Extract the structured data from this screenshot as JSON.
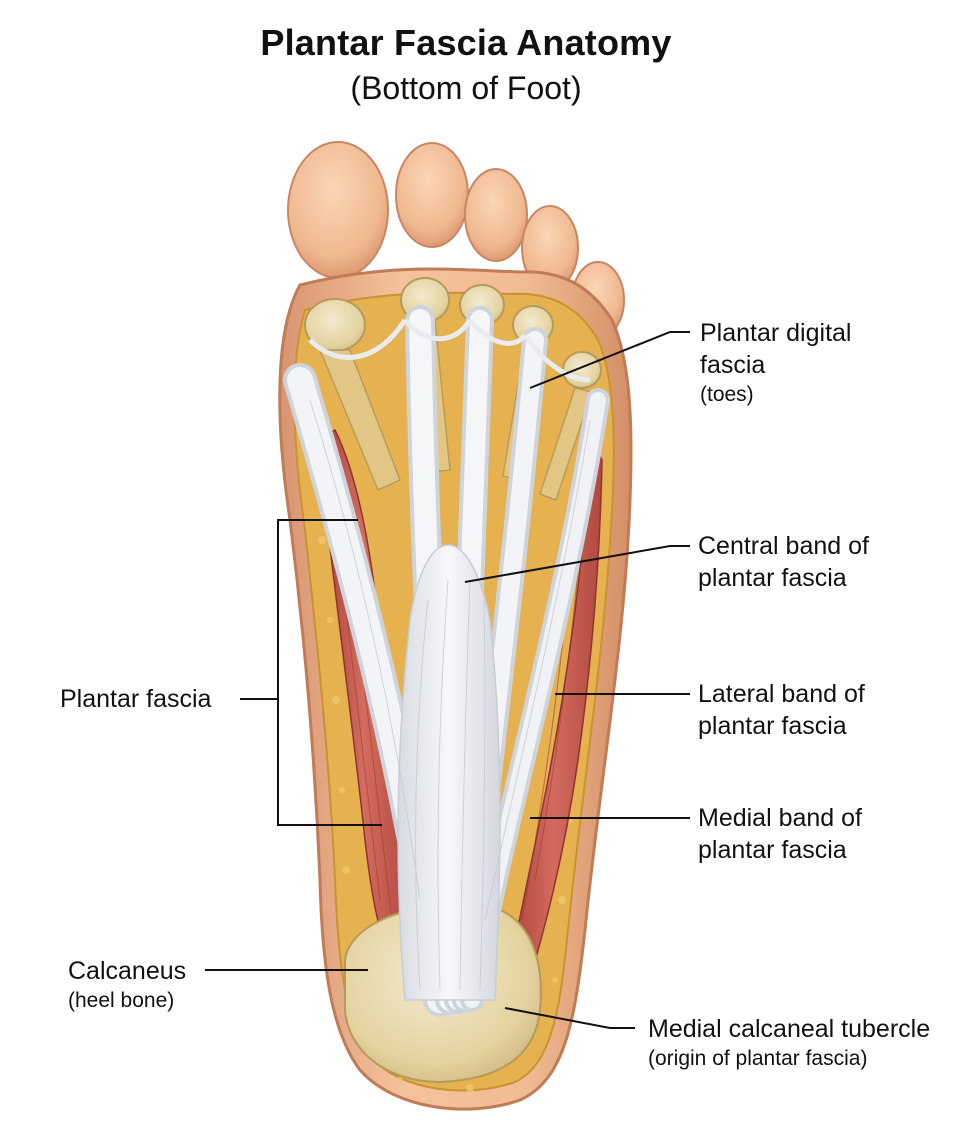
{
  "title": "Plantar Fascia Anatomy",
  "subtitle": "(Bottom of Foot)",
  "labels": {
    "plantar_digital": {
      "line1": "Plantar digital",
      "line2": "fascia",
      "note": "(toes)"
    },
    "central_band": {
      "line1": "Central band of",
      "line2": "plantar fascia"
    },
    "lateral_band": {
      "line1": "Lateral band of",
      "line2": "plantar fascia"
    },
    "medial_band": {
      "line1": "Medial band of",
      "line2": "plantar fascia"
    },
    "plantar_fascia": {
      "line1": "Plantar fascia"
    },
    "calcaneus": {
      "line1": "Calcaneus",
      "note": "(heel bone)"
    },
    "medial_tubercle": {
      "line1": "Medial calcaneal tubercle",
      "note": "(origin of plantar fascia)"
    }
  },
  "colors": {
    "skin": "#f2bf95",
    "skin_shadow": "#d9956a",
    "fat": "#e8b04a",
    "muscle": "#c6524a",
    "fascia": "#eef0f4",
    "bone": "#e9dcae",
    "leader": "#111111"
  }
}
